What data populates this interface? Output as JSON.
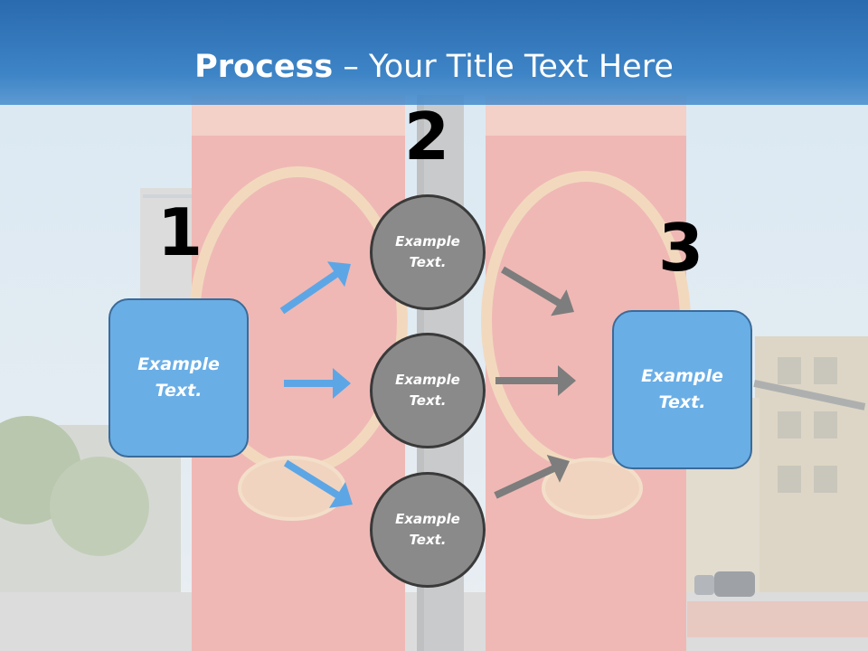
{
  "title": {
    "bold": "Process",
    "rest": " – Your Title Text Here"
  },
  "steps": [
    {
      "number": "1",
      "label": "Example Text."
    },
    {
      "number": "2",
      "label": "Example Text."
    },
    {
      "number": "3",
      "label": "Example Text."
    }
  ],
  "circles": [
    {
      "label": "Example Text."
    },
    {
      "label": "Example Text."
    },
    {
      "label": "Example Text."
    }
  ],
  "colors": {
    "title_bar": "#2f75bb",
    "box_fill": "#6aaee6",
    "box_border": "#3a6b99",
    "circle_fill": "#8a8a8a",
    "circle_border": "#3a3a3a",
    "arrow_blue": "#5da6e6",
    "arrow_gray": "#7d7d7d"
  }
}
